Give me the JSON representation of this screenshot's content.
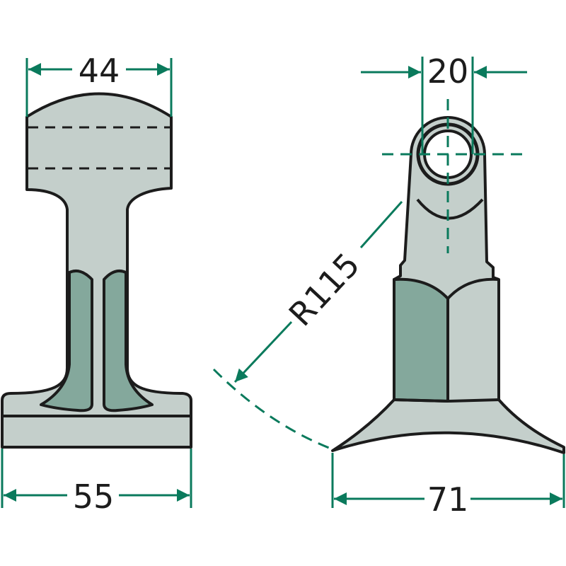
{
  "drawing": {
    "left_view": {
      "top_width": "44",
      "base_width": "55"
    },
    "right_view": {
      "hole_diameter": "20",
      "radius": "R115",
      "base_width": "71"
    },
    "colors": {
      "part_fill": "#c4cfcb",
      "shaded_fill": "#84a89c",
      "dimension": "#0a7a5c"
    }
  }
}
